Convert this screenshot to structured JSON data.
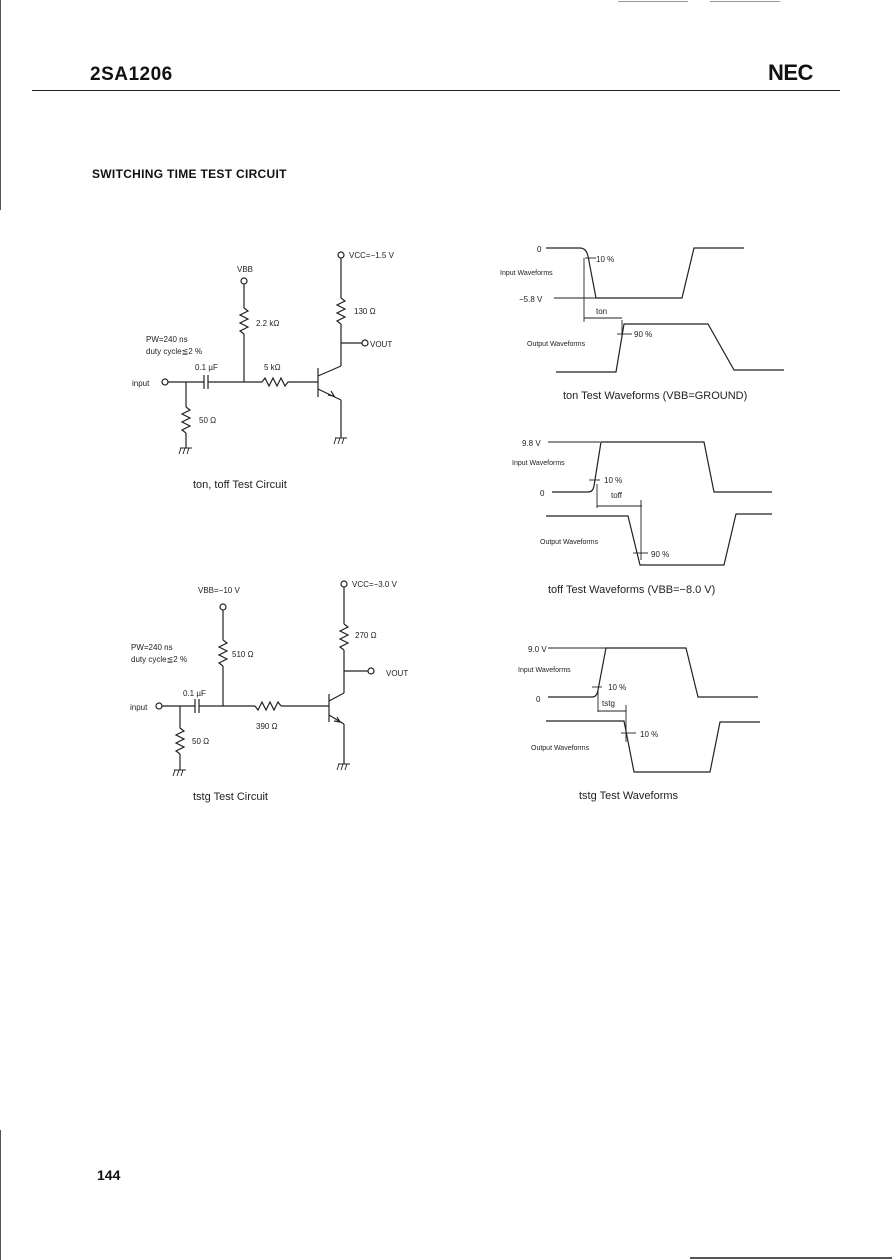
{
  "header": {
    "part_number": "2SA1206",
    "brand": "NEC"
  },
  "section_title": "SWITCHING TIME TEST CIRCUIT",
  "page_number": "144",
  "circuit1": {
    "vbb": "VBB",
    "vcc": "VCC=−1.5 V",
    "r_base_bias": "2.2 kΩ",
    "r_collector": "130 Ω",
    "vout": "VOUT",
    "pw": "PW=240 ns",
    "duty": "duty cycle≦2 %",
    "cap": "0.1 µF",
    "r_base": "5 kΩ",
    "input": "input",
    "r_input": "50 Ω",
    "caption": "ton,  toff   Test Circuit"
  },
  "circuit2": {
    "vbb": "VBB=−10 V",
    "vcc": "VCC=−3.0 V",
    "r_collector": "270 Ω",
    "vout": "VOUT",
    "pw": "PW=240 ns",
    "duty": "duty cycle≦2 %",
    "r_bias": "510 Ω",
    "cap": "0.1 µF",
    "input": "input",
    "r_base": "390 Ω",
    "r_input": "50 Ω",
    "caption": "tstg    Test Circuit"
  },
  "wave_on": {
    "v_zero": "0",
    "pct_in": "10 %",
    "in_label": "Input Waveforms",
    "v_low": "−5.8 V",
    "t_label": "ton",
    "pct_out": "90 %",
    "out_label": "Output Waveforms",
    "caption": "ton  Test  Waveforms  (VBB=GROUND)"
  },
  "wave_off": {
    "v_high": "9.8 V",
    "in_label": "Input Waveforms",
    "pct_in": "10 %",
    "v_zero": "0",
    "t_label": "toff",
    "out_label": "Output Waveforms",
    "pct_out": "90 %",
    "caption": "toff   Test  Waveforms  (VBB=−8.0  V)"
  },
  "wave_stg": {
    "v_high": "9.0 V",
    "in_label": "Input Waveforms",
    "pct_in": "10 %",
    "v_zero": "0",
    "t_label": "tstg",
    "out_label": "Output Waveforms",
    "pct_out": "10 %",
    "caption": "tstg    Test  Waveforms"
  }
}
